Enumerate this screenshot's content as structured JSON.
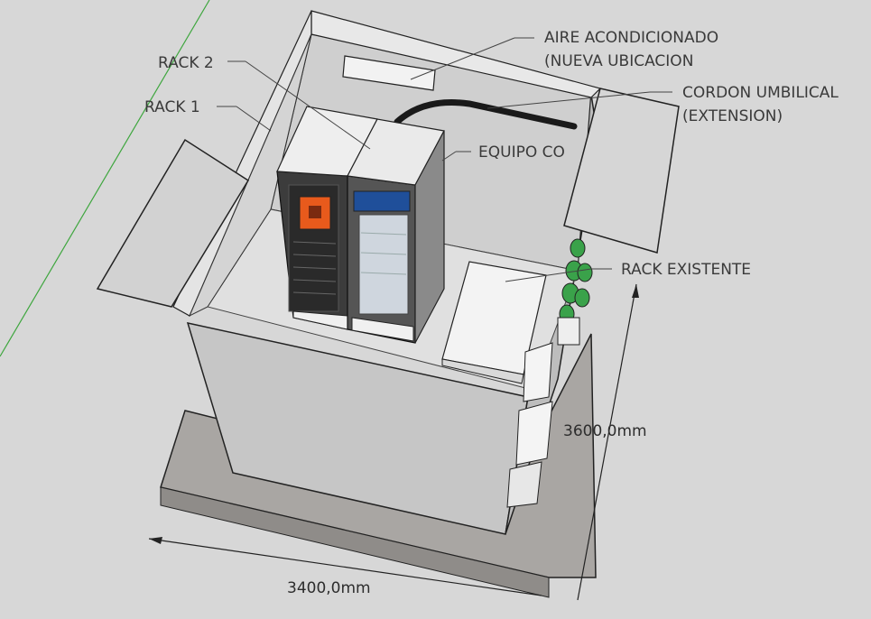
{
  "labels": {
    "rack2": "RACK 2",
    "rack1": "RACK 1",
    "aire_line1": "AIRE ACONDICIONADO",
    "aire_line2": "(NUEVA UBICACION",
    "cordon_line1": "CORDON UMBILICAL",
    "cordon_line2": "(EXTENSION)",
    "equipo": "EQUIPO CO",
    "rack_existente": "RACK EXISTENTE"
  },
  "dimensions": {
    "width": "3400,0mm",
    "depth": "3600,0mm"
  },
  "colors": {
    "background": "#d7d7d7",
    "slab": "#a9a6a3",
    "shelter_wall": "#c9c9c9",
    "floor": "#e0e0e0",
    "orange_equipment": "#e85a1c",
    "blue_panel": "#1f4f9a",
    "green_bottles": "#3aa24a",
    "guide_line": "#3ea63e"
  }
}
